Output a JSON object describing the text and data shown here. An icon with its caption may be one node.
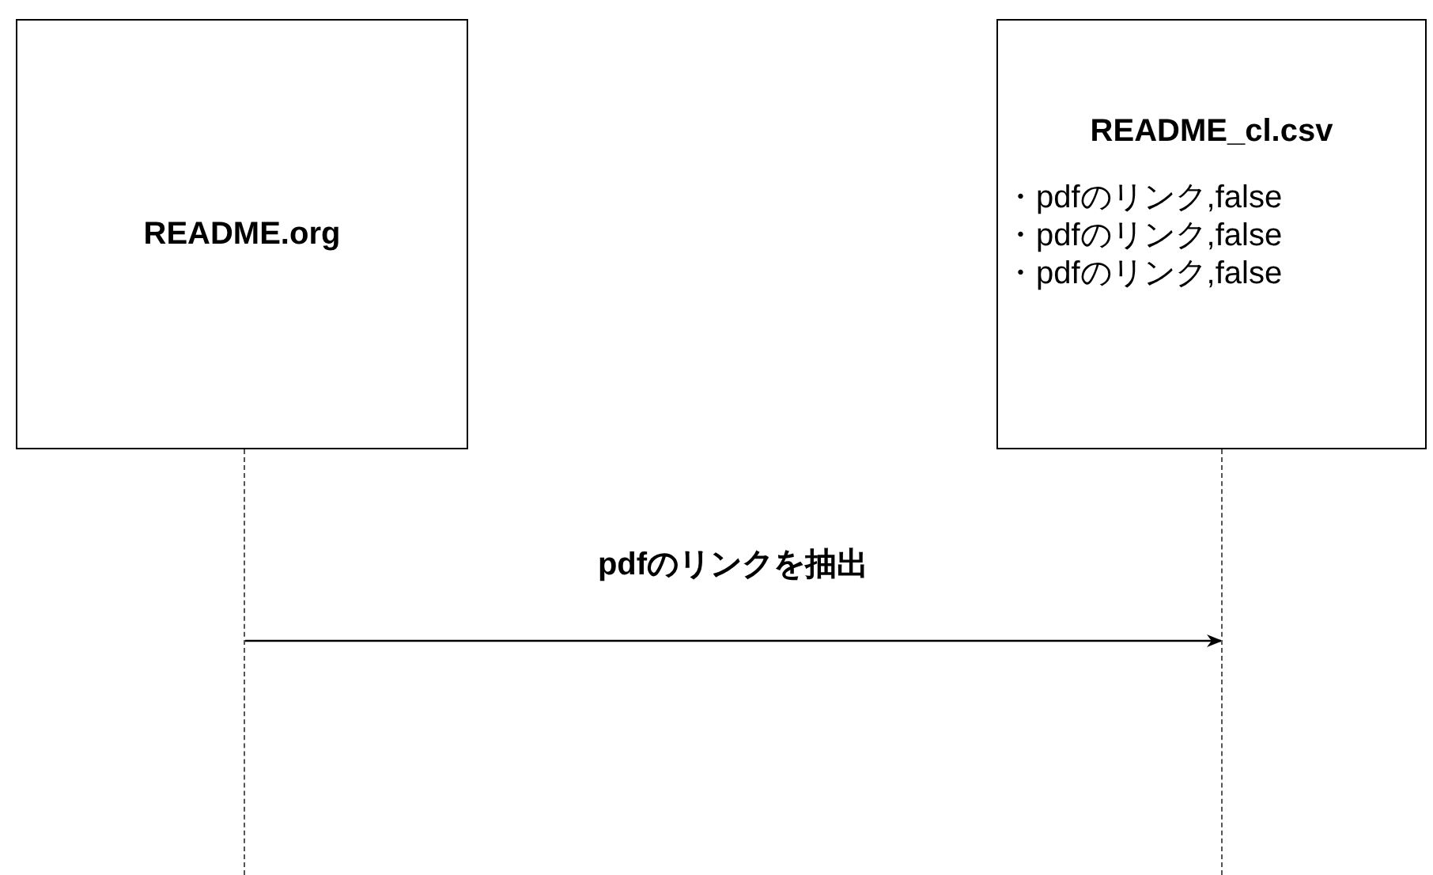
{
  "diagram": {
    "nodes": [
      {
        "text": [
          "README.org"
        ]
      },
      {
        "text": [
          "README_cl.csv",
          "・pdfのリンク,false",
          "・pdfのリンク,false",
          "・pdfのリンク,false"
        ]
      },
      {
        "text": [],
        "shape": "line"
      },
      {
        "text": [],
        "shape": "line"
      }
    ],
    "edges": [
      {
        "from": 2,
        "to": 3,
        "arrow": "to",
        "label": "pdfのリンクを抽出"
      }
    ]
  }
}
